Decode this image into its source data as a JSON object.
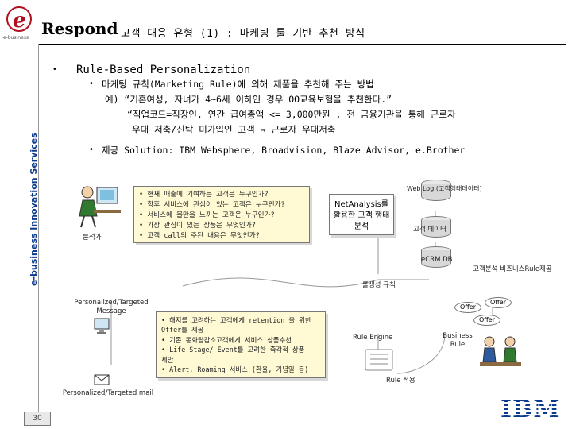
{
  "header": {
    "title": "Respond",
    "subtitle": "고객 대응 유형 (1) : 마케팅 룰 기반 추천 방식",
    "logo_sub": "e-business"
  },
  "side_label": "e-business Innovation Services",
  "content": {
    "heading": "Rule-Based Personalization",
    "line1": "마케팅 규칙(Marketing Rule)에 의해 제품을 추천해 주는 방법",
    "line2": "예) “기혼여성, 자녀가 4~6세 이하인 경우 OO교육보험을 추천한다.”",
    "line3": "“직업코드=직장인, 연간 급여총액 <= 3,000만원 , 전 금융기관을 통해 근로자",
    "line4": "우대 저축/신탁 미가입인 고객 → 근로자 우대저축",
    "line5": "제공 Solution:   IBM Websphere, Broadvision, Blaze Advisor, e.Brother"
  },
  "diagram": {
    "analyst_label": "분석가",
    "questions": [
      "• 현재 매출에 기여하는 고객은 누구인가?",
      "• 향후 서비스에 관심이 있는 고객은 누구인가?",
      "• 서비스에 불만을 느끼는 고객은 누구인가?",
      "• 가장 관심이 있는 상품은 무엇인가?",
      "• 고객 call의 주된 내용은 무엇인가?"
    ],
    "net_analysis": "NetAnalysis를 활용한 고객 행태분석",
    "web_log": "Web Log (고객행태데이터)",
    "customer_data": "고객 데이터",
    "ecrm": "eCRM DB",
    "bizrule": "고객분석 비즈니스Rule제공",
    "rule_spec": "룰생성 규칙",
    "offers": [
      "Offer",
      "Offer",
      "Offer"
    ],
    "personalized": "Personalized/Targeted Message",
    "personalized2": "Personalized/Targeted mail",
    "rule_engine": "Rule Engine",
    "business_rule": "Business Rule",
    "rule_apply": "Rule 적용",
    "actions": [
      "• 해지를 고려하는 고객에게 retention 을 위한",
      "  Offer를 제공",
      "• 기존 통화량감소고객에게 서비스 상품추천",
      "• Life Stage/ Event를 고려한 즉각적 상품",
      "  제안",
      "• Alert, Roaming 서비스 (환율, 기념일 등)"
    ]
  },
  "footer": {
    "page": "30",
    "brand": "IBM"
  },
  "colors": {
    "accent": "#0b3a8c",
    "logo": "#b01020",
    "note": "#fffad4"
  }
}
